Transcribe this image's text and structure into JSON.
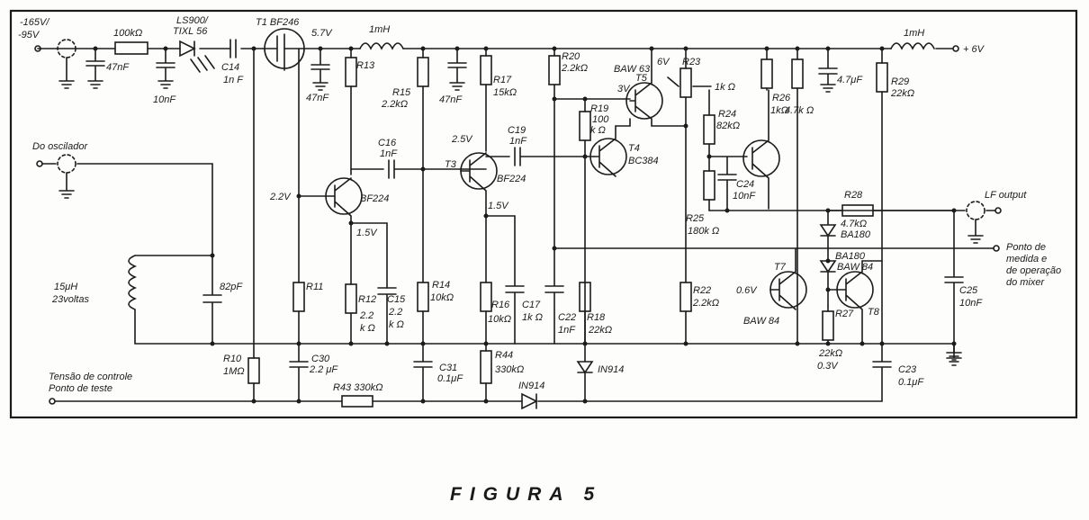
{
  "labels": {
    "in_voltage": "-165V/",
    "in_voltage2": "-95V",
    "r_100k": "100kΩ",
    "d_ls900": "LS900/",
    "d_tixl": "TIXL 56",
    "t1": "T1 BF246",
    "v57": "5.7V",
    "l_1mh_a": "1mH",
    "l_1mh_b": "1mH",
    "v_plus6": "+ 6V",
    "c_47nf_a": "47nF",
    "c_10nf_a": "10nF",
    "c14": "C14",
    "c14v": "1n F",
    "c_47nf_b": "47nF",
    "r13": "R13",
    "r15": "R15",
    "r15v": "2.2kΩ",
    "c_47nf_c": "47nF",
    "r17": "R17",
    "r17v": "15kΩ",
    "r20": "R20",
    "r20v": "2.2kΩ",
    "baw63": "BAW 63",
    "v6": "6V",
    "t5": "T5",
    "r23": "R23",
    "v1k": "1k Ω",
    "r26": "R26",
    "r26v": "1kΩ",
    "r_47k": "4.7k Ω",
    "c_47uf": "4.7μF",
    "r29": "R29",
    "r29v": "22kΩ",
    "do_osc": "Do oscilador",
    "v3": "3V",
    "r19": "R19",
    "r19v": "100",
    "r19u": "k Ω",
    "c19": "C19",
    "c19v": "1nF",
    "c16": "C16",
    "c16v": "1nF",
    "v25": "2.5V",
    "t4": "T4",
    "t4t": "BC384",
    "r24": "R24",
    "r24v": "82kΩ",
    "t3": "T3",
    "bf224_b": "BF224",
    "c24": "C24",
    "c24v": "10nF",
    "v22": "2.2V",
    "bf224_a": "BF224",
    "v15a": "1.5V",
    "v15b": "1.5V",
    "r28": "R28",
    "r28v": "4.7kΩ",
    "lf_out": "LF output",
    "r25": "R25",
    "r25v": "180k Ω",
    "ba180a": "BA180",
    "ponto1": "Ponto de",
    "ponto2": "medida e",
    "ponto3": "de operação",
    "ponto4": "do mixer",
    "ba180b": "BA180",
    "baw84a": "BAW 84",
    "t7": "T7",
    "l15": "15μH",
    "l15b": "23voltas",
    "c_82p": "82pF",
    "r11": "R11",
    "r12": "R12",
    "r12v": "2.2",
    "r12u": "k Ω",
    "c15": "C15",
    "c15v": "2.2",
    "c15u": "k Ω",
    "r14": "R14",
    "r14v": "10kΩ",
    "r16": "R16",
    "r16v": "10kΩ",
    "c17": "C17",
    "c17v": "1k Ω",
    "c22": "C22",
    "c22v": "1nF",
    "r18": "R18",
    "r18v": "22kΩ",
    "r22": "R22",
    "r22v": "2.2kΩ",
    "v06": "0.6V",
    "baw84b": "BAW 84",
    "r27": "R27",
    "t8": "T8",
    "c25": "C25",
    "c25v": "10nF",
    "r10": "R10",
    "r10v": "1MΩ",
    "c30": "C30",
    "c30v": "2.2 μF",
    "c31": "C31",
    "c31v": "0.1μF",
    "r44": "R44",
    "r44v": "330kΩ",
    "in914a": "IN914",
    "r27v": "22kΩ",
    "v03": "0.3V",
    "c23": "C23",
    "c23v": "0.1μF",
    "tensao": "Tensão de controle",
    "ponto_teste": "Ponto de teste",
    "r43": "R43 330kΩ",
    "in914b": "IN914"
  },
  "caption": "FIGURA 5"
}
